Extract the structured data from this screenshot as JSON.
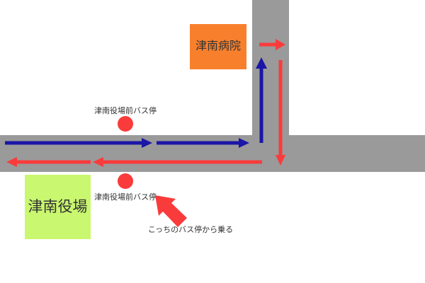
{
  "diagram": {
    "title_hint": "bus-stop access map",
    "hospital_label": "津南病院",
    "town_hall_label": "津南役場",
    "bus_stop_upper_label": "津南役場前バス停",
    "bus_stop_lower_label": "津南役場前バス停",
    "annotation": "こっちのバス停から乗る"
  },
  "colors": {
    "road": "#9a9a9a",
    "hospital-orange": "#f8802d",
    "town-hall-green": "#c9f76f",
    "red": "#fa3b3b",
    "blue": "#1b16a6",
    "text": "#333333"
  }
}
